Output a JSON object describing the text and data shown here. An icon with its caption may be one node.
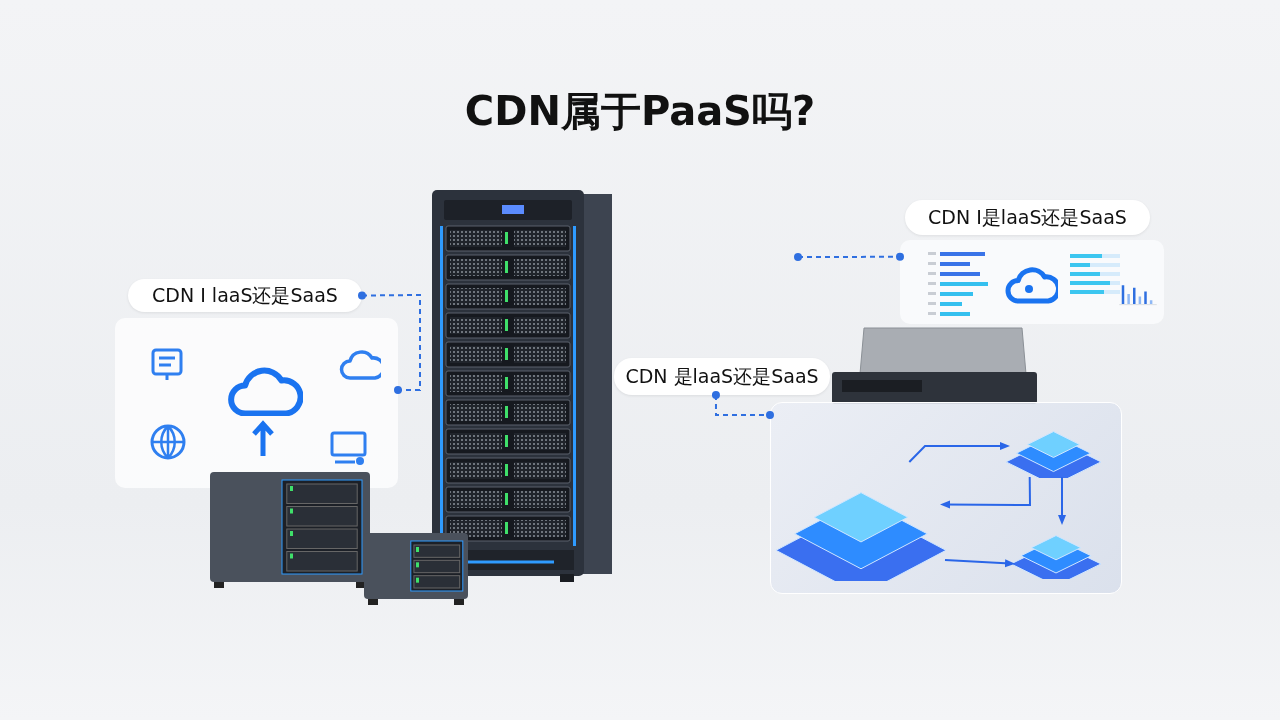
{
  "diagram": {
    "title": "CDN属于PaaS吗?",
    "nodes": [
      {
        "text": [
          "CDN I laaS还是SaaS"
        ]
      },
      {
        "text": [],
        "shape": "picture"
      },
      {
        "text": [
          "CDN I是laaS还是SaaS"
        ]
      },
      {
        "text": [],
        "shape": "picture"
      },
      {
        "text": [
          "CDN 是laaS还是SaaS"
        ]
      },
      {
        "text": [],
        "shape": "picture"
      },
      {
        "text": [],
        "shape": "picture",
        "in": 5
      },
      {
        "text": [],
        "shape": "picture",
        "in": 5
      },
      {
        "text": [],
        "shape": "picture",
        "in": 5
      },
      {
        "text": [],
        "shape": "picture"
      }
    ],
    "edges": [
      {
        "from": 0,
        "to": 1,
        "arrow": "other",
        "style": "dashed"
      },
      {
        "from": null,
        "to": 3,
        "arrow": "other",
        "style": "dashed"
      },
      {
        "from": 4,
        "to": 5,
        "arrow": "other",
        "style": "dashed"
      },
      {
        "from": 6,
        "to": 7,
        "arrow": "to"
      },
      {
        "from": 7,
        "to": 6,
        "arrow": "to"
      },
      {
        "from": 7,
        "to": 8,
        "arrow": "to"
      },
      {
        "from": 6,
        "to": 8,
        "arrow": "to"
      }
    ]
  }
}
